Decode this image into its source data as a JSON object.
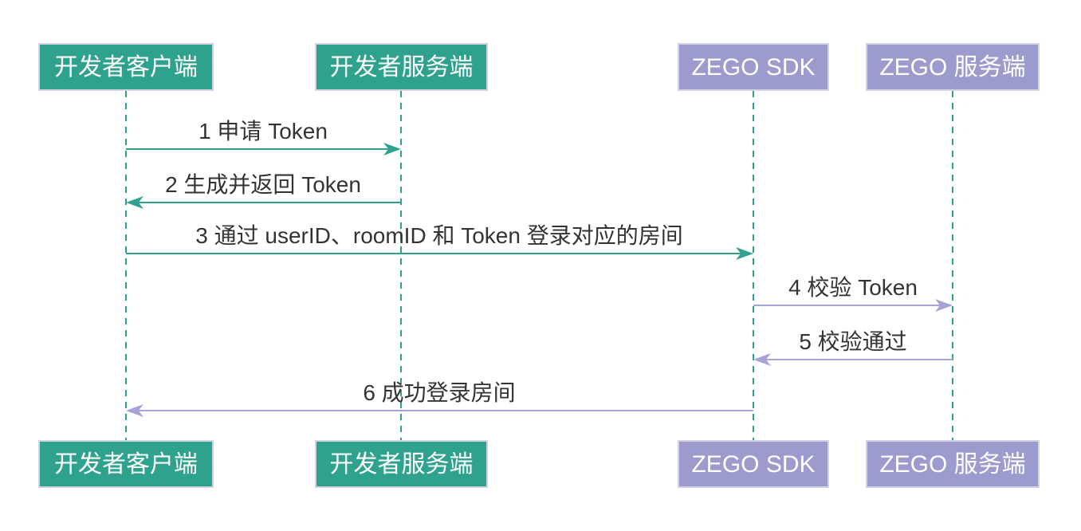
{
  "diagram_type": "sequence-diagram",
  "colors": {
    "actor_green": "#2ea28c",
    "actor_purple": "#9c9bce",
    "arrow_teal": "#2ea28c",
    "arrow_lilac": "#a5a3d8",
    "actor_border": "#d2d2e2",
    "message_text": "#333333",
    "lifeline": "#2ea28c",
    "background": "#ffffff"
  },
  "actors": [
    {
      "id": "developer-client",
      "label": "开发者客户端",
      "color": "#2ea28c"
    },
    {
      "id": "developer-server",
      "label": "开发者服务端",
      "color": "#2ea28c"
    },
    {
      "id": "zego-sdk",
      "label": "ZEGO SDK",
      "color": "#9c9bce"
    },
    {
      "id": "zego-server",
      "label": "ZEGO 服务端",
      "color": "#9c9bce"
    }
  ],
  "messages": [
    {
      "seq": 1,
      "label": "1 申请 Token",
      "from": "developer-client",
      "to": "developer-server",
      "direction": "right",
      "color": "#2ea28c"
    },
    {
      "seq": 2,
      "label": "2 生成并返回 Token",
      "from": "developer-server",
      "to": "developer-client",
      "direction": "left",
      "color": "#2ea28c"
    },
    {
      "seq": 3,
      "label": "3 通过 userID、roomID 和 Token 登录对应的房间",
      "from": "developer-client",
      "to": "zego-sdk",
      "direction": "right",
      "color": "#2ea28c"
    },
    {
      "seq": 4,
      "label": "4 校验 Token",
      "from": "zego-sdk",
      "to": "zego-server",
      "direction": "right",
      "color": "#a5a3d8"
    },
    {
      "seq": 5,
      "label": "5 校验通过",
      "from": "zego-server",
      "to": "zego-sdk",
      "direction": "left",
      "color": "#a5a3d8"
    },
    {
      "seq": 6,
      "label": "6 成功登录房间",
      "from": "zego-sdk",
      "to": "developer-client",
      "direction": "left",
      "color": "#a5a3d8"
    }
  ]
}
